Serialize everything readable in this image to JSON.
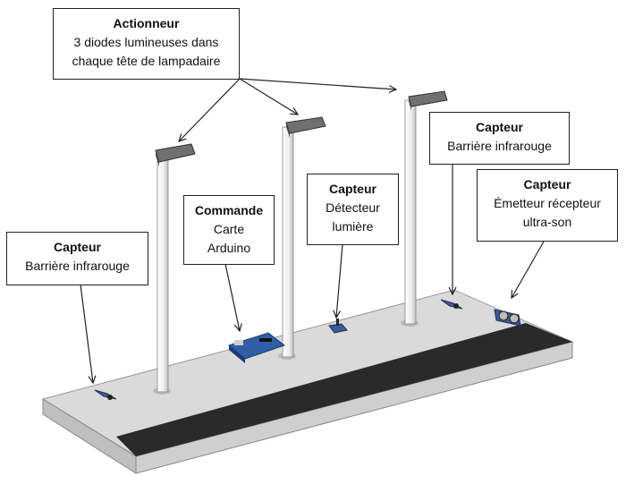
{
  "callouts": {
    "actionneur": {
      "title": "Actionneur",
      "lines": [
        "3 diodes lumineuses dans",
        "chaque tête de lampadaire"
      ]
    },
    "commande": {
      "title": "Commande",
      "lines": [
        "Carte",
        "Arduino"
      ]
    },
    "capteur_ir_left": {
      "title": "Capteur",
      "lines": [
        "Barrière infrarouge"
      ]
    },
    "capteur_lumiere": {
      "title": "Capteur",
      "lines": [
        "Détecteur",
        "lumière"
      ]
    },
    "capteur_ir_right": {
      "title": "Capteur",
      "lines": [
        "Barrière infrarouge"
      ]
    },
    "capteur_ultrason": {
      "title": "Capteur",
      "lines": [
        "Émetteur récepteur",
        "ultra-son"
      ]
    }
  },
  "colors": {
    "board_top": "#d9d9d9",
    "board_side": "#c4c4c4",
    "road": "#2b2b2b",
    "pole": "#f2f2f2",
    "lamp_head": "#6e6e6e",
    "arduino": "#2f5fa6",
    "sensor": "#3a5a9a",
    "outline": "#222222"
  }
}
